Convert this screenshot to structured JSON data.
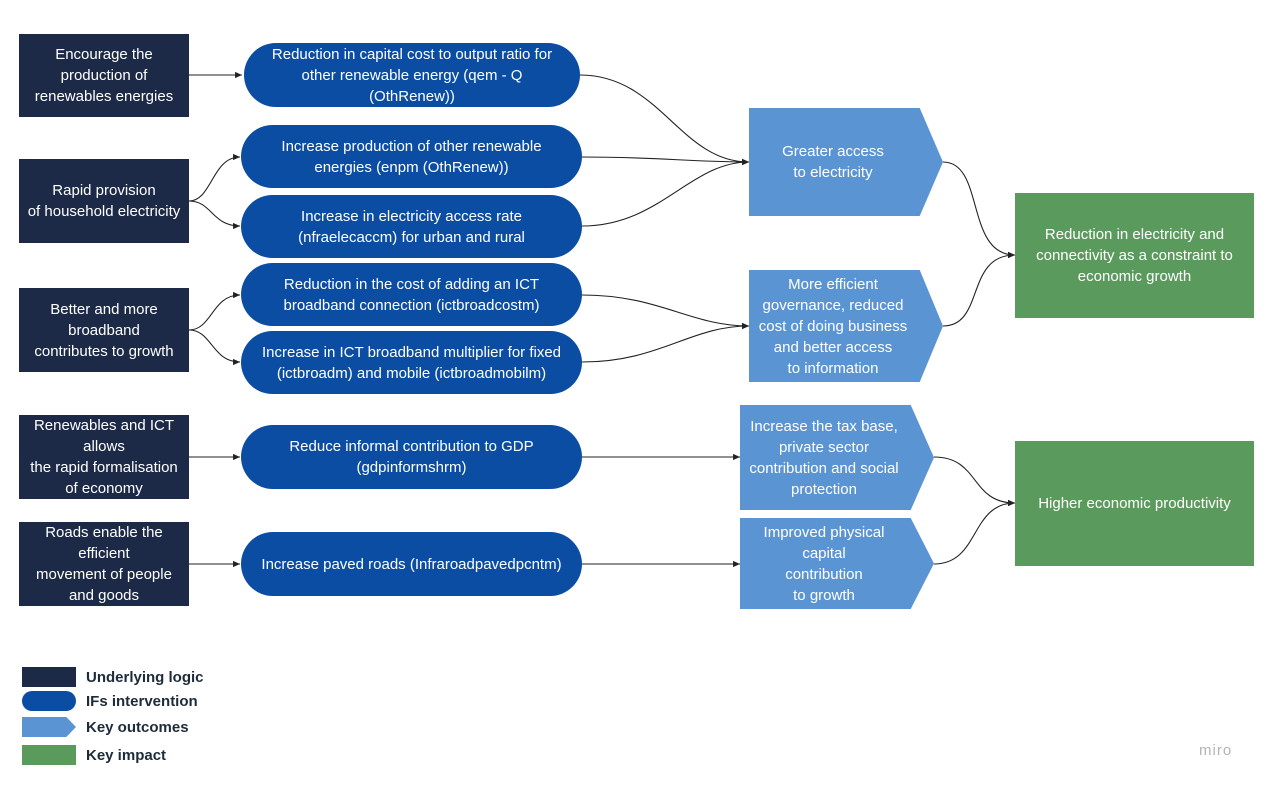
{
  "underlying_logic": [
    "Encourage the\nproduction of\nrenewables energies",
    "Rapid provision\nof household electricity",
    "Better and more\nbroadband\ncontributes to growth",
    "Renewables and ICT\nallows\nthe rapid formalisation\nof economy",
    "Roads enable the\nefficient\nmovement of people\nand goods"
  ],
  "interventions": [
    "Reduction in capital cost to output ratio for\nother renewable energy (qem - Q (OthRenew))",
    "Increase production of other renewable\nenergies (enpm (OthRenew))",
    "Increase in electricity access rate\n(nfraelecaccm) for urban and rural",
    "Reduction in the cost of adding an ICT\nbroadband connection (ictbroadcostm)",
    "Increase in ICT broadband multiplier for fixed\n(ictbroadm) and mobile (ictbroadmobilm)",
    "Reduce informal contribution to GDP\n(gdpinformshrm)",
    "Increase paved roads (Infraroadpavedpcntm)"
  ],
  "outcomes": [
    "Greater access\nto electricity",
    "More efficient\ngovernance, reduced\ncost of doing business\nand better access\nto information",
    "Increase the tax base,\nprivate sector\ncontribution and social\nprotection",
    "Improved physical\ncapital\ncontribution\nto growth"
  ],
  "impacts": [
    "Reduction in electricity and\nconnectivity as a constraint to\neconomic growth",
    "Higher economic productivity"
  ],
  "legend": {
    "logic": "Underlying logic",
    "interv": "IFs intervention",
    "outcome": "Key outcomes",
    "impact": "Key impact"
  },
  "watermark": "miro",
  "colors": {
    "underlying_logic": "#1c2a47",
    "intervention": "#0a4da3",
    "outcome": "#5b94d3",
    "impact": "#5a9a5c",
    "connector": "#222222"
  }
}
